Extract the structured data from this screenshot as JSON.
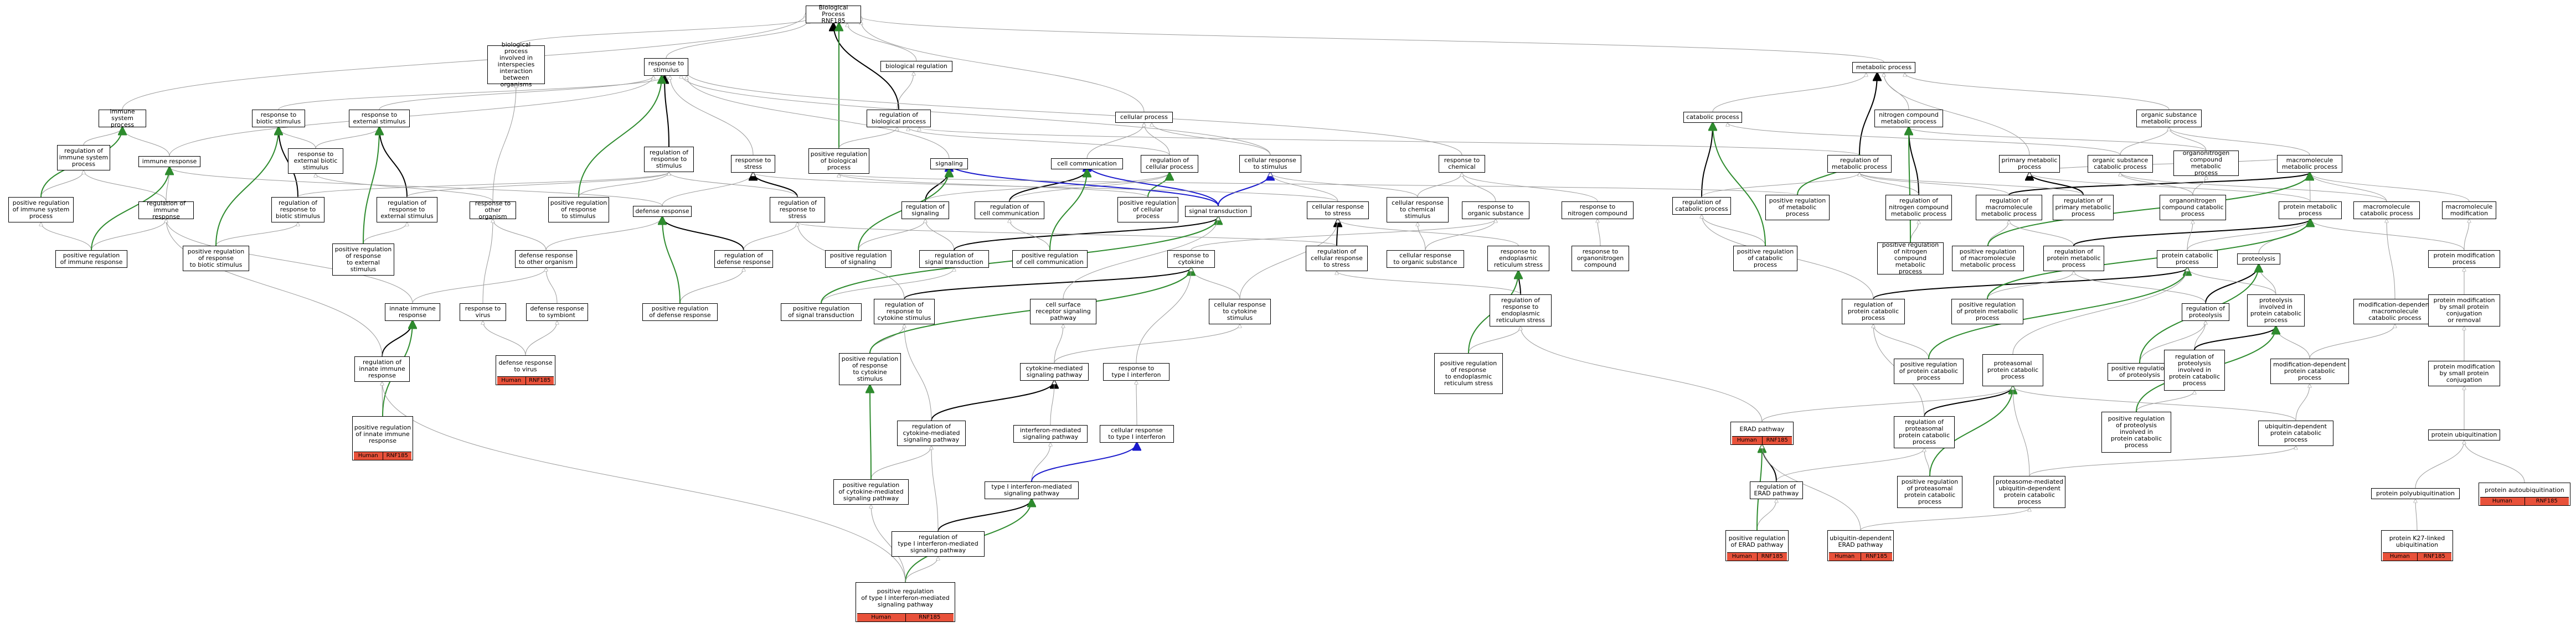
{
  "nodes": {
    "bp": "Biological Process\nRNF185",
    "bp_interspecies": "biological process\ninvolved in\ninterspecies\ninteraction\nbetween organisms",
    "response_to_stimulus": "response to\nstimulus",
    "biological_regulation": "biological regulation",
    "metabolic_process": "metabolic process",
    "immune_system_process": "immune system\nprocess",
    "response_to_biotic": "response to\nbiotic stimulus",
    "response_to_external": "response to\nexternal stimulus",
    "reg_biological_process": "regulation of\nbiological process",
    "cellular_process": "cellular process",
    "catabolic_process": "catabolic process",
    "nitrogen_compound_mp": "nitrogen compound\nmetabolic process",
    "organic_substance_mp": "organic substance\nmetabolic process",
    "reg_immune_system_process": "regulation of\nimmune system\nprocess",
    "immune_response": "immune response",
    "response_to_other_organism": "response to\nexternal biotic\nstimulus",
    "reg_response_to_stimulus": "regulation of\nresponse to\nstimulus",
    "response_to_stress": "response to\nstress",
    "pos_reg_biological_process": "positive regulation\nof biological\nprocess",
    "signaling": "signaling",
    "cell_communication": "cell communication",
    "reg_cellular_process": "regulation of\ncellular process",
    "cellular_response_to_stimulus": "cellular response\nto stimulus",
    "response_to_chemical": "response to\nchemical",
    "reg_metabolic_process": "regulation of\nmetabolic process",
    "primary_mp": "primary metabolic\nprocess",
    "organic_substance_cp": "organic substance\ncatabolic process",
    "organonitrogen_mp": "organonitrogen\ncompound metabolic\nprocess",
    "macromolecule_mp": "macromolecule\nmetabolic process",
    "pos_reg_immune_system_process": "positive regulation\nof immune system\nprocess",
    "reg_immune_response": "regulation of\nimmune response",
    "reg_response_to_biotic": "regulation of\nresponse to\nbiotic stimulus",
    "reg_response_to_external": "regulation of\nresponse to\nexternal stimulus",
    "response_to_other_org2": "response to\nother organism",
    "pos_reg_response_to_stimulus": "positive regulation\nof response\nto stimulus",
    "defense_response": "defense response",
    "reg_response_to_stress": "regulation of\nresponse to\nstress",
    "reg_signaling": "regulation of\nsignaling",
    "reg_cell_communication": "regulation of\ncell communication",
    "pos_reg_cellular_process": "positive regulation\nof cellular\nprocess",
    "signal_transduction": "signal transduction",
    "cellular_response_to_stress": "cellular response\nto stress",
    "cellular_response_to_chemical": "cellular response\nto chemical\nstimulus",
    "response_to_organic_substance": "response to\norganic substance",
    "response_to_nitrogen": "response to\nnitrogen compound",
    "reg_catabolic_process": "regulation of\ncatabolic process",
    "pos_reg_metabolic_process": "positive regulation\nof metabolic\nprocess",
    "reg_nitrogen_compound_mp": "regulation of\nnitrogen compound\nmetabolic process",
    "reg_macromolecule_mp": "regulation of\nmacromolecule\nmetabolic process",
    "reg_primary_mp": "regulation of\nprimary metabolic\nprocess",
    "organonitrogen_cp": "organonitrogen\ncompound catabolic\nprocess",
    "protein_mp": "protein metabolic\nprocess",
    "macromolecule_cp": "macromolecule\ncatabolic process",
    "macromolecule_modification": "macromolecule\nmodification",
    "pos_reg_immune_response": "positive regulation\nof immune response",
    "pos_reg_response_to_biotic": "positive regulation\nof response\nto biotic stimulus",
    "pos_reg_response_to_external": "positive regulation\nof response\nto external\nstimulus",
    "defense_response_other_organism": "defense response\nto other organism",
    "reg_defense_response": "regulation of\ndefense response",
    "pos_reg_signaling": "positive regulation\nof signaling",
    "reg_signal_transduction": "regulation of\nsignal transduction",
    "pos_reg_cell_communication": "positive regulation\nof cell communication",
    "response_to_cytokine": "response to\ncytokine",
    "reg_cellular_response_to_stress": "regulation of\ncellular response\nto stress",
    "cellular_response_to_organic": "cellular response\nto organic substance",
    "response_to_er_stress": "response to\nendoplasmic\nreticulum stress",
    "response_to_organonitrogen": "response to\norganonitrogen\ncompound",
    "pos_reg_catabolic_process": "positive regulation\nof catabolic\nprocess",
    "pos_reg_nitrogen_compound_mp": "positive regulation\nof nitrogen\ncompound metabolic\nprocess",
    "pos_reg_macromolecule_mp": "positive regulation\nof macromolecule\nmetabolic process",
    "reg_protein_mp": "regulation of\nprotein metabolic\nprocess",
    "protein_catabolic_process": "protein catabolic\nprocess",
    "proteolysis": "proteolysis",
    "protein_modification_process": "protein modification\nprocess",
    "innate_immune_response": "innate immune\nresponse",
    "response_to_virus": "response to\nvirus",
    "defense_response_to_symbiont": "defense response\nto symbiont",
    "pos_reg_defense_response": "positive regulation\nof defense response",
    "pos_reg_signal_transduction": "positive regulation\nof signal transduction",
    "reg_response_to_cytokine_stimulus": "regulation of\nresponse to\ncytokine stimulus",
    "cell_surface_receptor": "cell surface\nreceptor signaling\npathway",
    "cellular_response_to_cytokine": "cellular response\nto cytokine\nstimulus",
    "reg_response_to_er_stress": "regulation of\nresponse to\nendoplasmic\nreticulum stress",
    "reg_protein_catabolic_process": "regulation of\nprotein catabolic\nprocess",
    "pos_reg_protein_mp": "positive regulation\nof protein metabolic\nprocess",
    "reg_proteolysis": "regulation of\nproteolysis",
    "proteolysis_protein_catabolic": "proteolysis\ninvolved in\nprotein catabolic\nprocess",
    "modification_dependent_macro": "modification-dependent\nmacromolecule\ncatabolic process",
    "protein_modification_small": "protein modification\nby small protein\nconjugation\nor removal",
    "defense_response_to_virus": "defense response\nto virus",
    "reg_innate_immune_response": "regulation of\ninnate immune\nresponse",
    "pos_reg_response_to_cytokine": "positive regulation\nof response\nto cytokine\nstimulus",
    "cytokine_mediated": "cytokine-mediated\nsignaling pathway",
    "response_to_type1_interferon": "response to\ntype I interferon",
    "pos_reg_response_to_er_stress": "positive regulation\nof response\nto endoplasmic\nreticulum stress",
    "pos_reg_protein_catabolic": "positive regulation\nof protein catabolic\nprocess",
    "proteasomal_protein_catabolic": "proteasomal\nprotein catabolic\nprocess",
    "pos_reg_proteolysis": "positive regulation\nof proteolysis",
    "reg_proteolysis_in_catabolic": "regulation of\nproteolysis\ninvolved in\nprotein catabolic\nprocess",
    "modification_dependent_protein": "modification-dependent\nprotein catabolic\nprocess",
    "protein_modification_conjugation": "protein modification\nby small protein\nconjugation",
    "reg_cytokine_mediated": "regulation of\ncytokine-mediated\nsignaling pathway",
    "interferon_mediated": "interferon-mediated\nsignaling pathway",
    "cellular_response_to_type1": "cellular response\nto type I interferon",
    "reg_proteasomal_protein_catabolic": "regulation of\nproteasomal\nprotein catabolic\nprocess",
    "pos_reg_proteolysis_in_catabolic": "positive regulation\nof proteolysis\ninvolved in\nprotein catabolic\nprocess",
    "ubiquitin_dependent_protein": "ubiquitin-dependent\nprotein catabolic\nprocess",
    "protein_ubiquitination": "protein ubiquitination",
    "pos_reg_cytokine_mediated": "positive regulation\nof cytokine-mediated\nsignaling pathway",
    "type1_interferon_mediated": "type I interferon-mediated\nsignaling pathway",
    "reg_erad_pathway": "regulation of\nERAD pathway",
    "pos_reg_proteasomal": "positive regulation\nof proteasomal\nprotein catabolic\nprocess",
    "proteasome_mediated_ubiquitin": "proteasome-mediated\nubiquitin-dependent\nprotein catabolic\nprocess",
    "protein_polyubiquitination": "protein polyubiquitination",
    "reg_type1_interferon_mediated": "regulation of\ntype I interferon-mediated\nsignaling pathway",
    "protein_k27_ubiquitination": "protein K27-linked\nubiquitination"
  },
  "annotated": {
    "defense_response_to_virus_a": "defense response\nto virus",
    "pos_reg_innate_immune_response": "positive regulation\nof innate immune\nresponse",
    "erad_pathway": "ERAD pathway",
    "pos_reg_erad_pathway": "positive regulation\nof ERAD pathway",
    "ubiquitin_dependent_erad": "ubiquitin-dependent\nERAD pathway",
    "protein_autoubiquitination": "protein autoubiquitination",
    "protein_k27_ubiquitination_a": "protein K27-linked\nubiquitination",
    "pos_reg_type1_interferon": "positive regulation\nof type I interferon-mediated\nsignaling pathway"
  },
  "tags": {
    "species": "Human",
    "gene": "RNF185"
  },
  "colors": {
    "is_a": "#9a9a9a",
    "regulates": "#000000",
    "positively_regulates": "#2e8b2e",
    "part_of": "#1a1acc",
    "annotation": "#e8513a"
  }
}
